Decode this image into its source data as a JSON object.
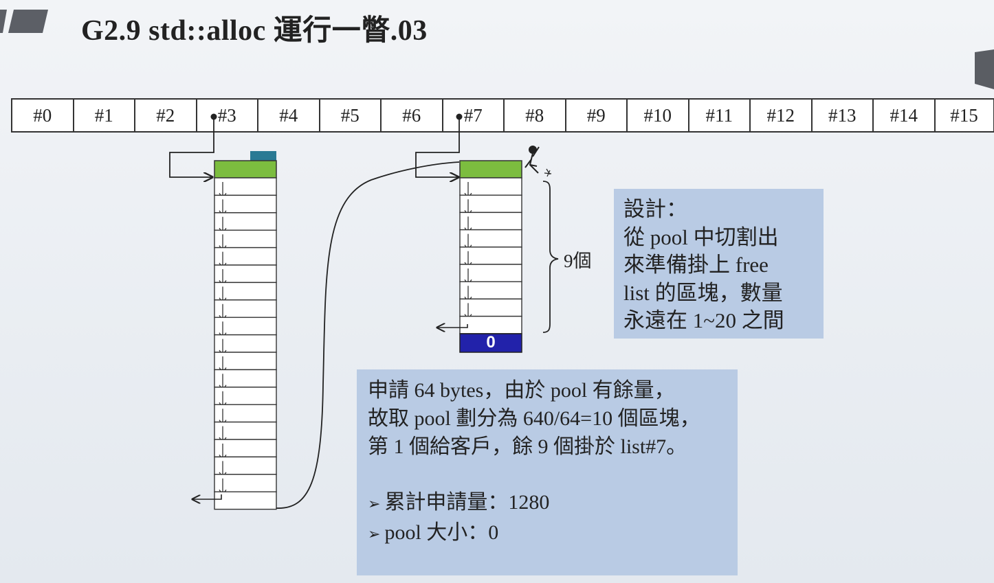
{
  "slide": {
    "title": "G2.9 std::alloc 運行一瞥.03"
  },
  "free_list_indices": [
    "#0",
    "#1",
    "#2",
    "#3",
    "#4",
    "#5",
    "#6",
    "#7",
    "#8",
    "#9",
    "#10",
    "#11",
    "#12",
    "#13",
    "#14",
    "#15"
  ],
  "list7": {
    "terminal_label": "0",
    "count_label": "9個"
  },
  "design_note": {
    "lines": [
      "設計：",
      "從 pool 中切割出",
      "來準備掛上 free",
      "list 的區塊，數量",
      "永遠在 1~20 之間"
    ]
  },
  "request_note": {
    "lines": [
      "申請 64 bytes，由於 pool 有餘量，",
      "故取 pool 劃分為 640/64=10 個區塊，",
      "第 1 個給客戶，餘 9 個掛於 list#7。"
    ],
    "bullets": [
      "累計申請量：1280",
      "pool 大小：0"
    ]
  },
  "colors": {
    "allocated_block": "#7cbd3f",
    "pool_marker": "#2a7a94",
    "terminal_block": "#2222aa",
    "note_background": "#b9cbe4"
  }
}
